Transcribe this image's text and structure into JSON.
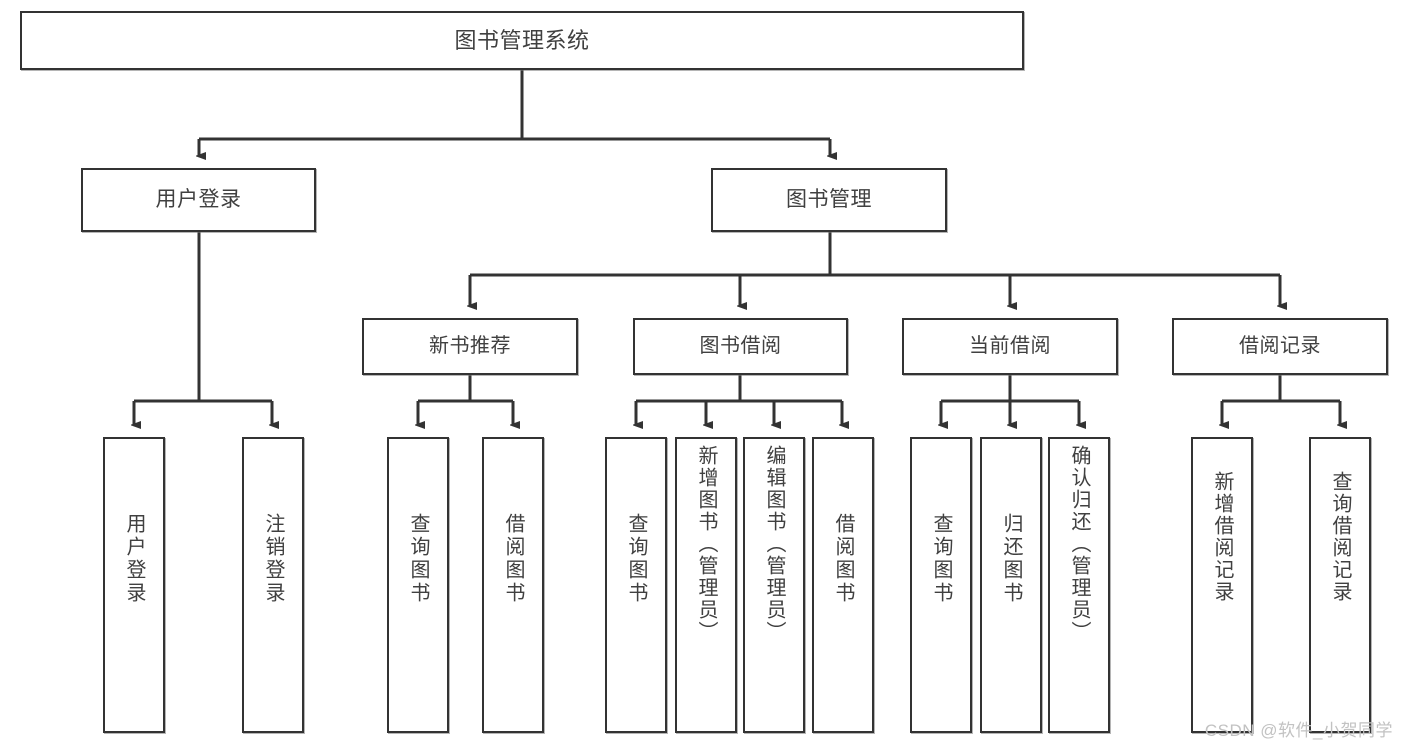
{
  "diagram": {
    "title": "图书管理系统",
    "type": "tree",
    "colors": {
      "box_border": "#333333",
      "box_fill": "#ffffff",
      "text": "#404040",
      "connector": "#333333",
      "watermark": "#c2c2c2"
    },
    "root": {
      "label": "图书管理系统"
    },
    "level2": [
      {
        "label": "用户登录"
      },
      {
        "label": "图书管理"
      }
    ],
    "level3": [
      {
        "label": "新书推荐"
      },
      {
        "label": "图书借阅"
      },
      {
        "label": "当前借阅"
      },
      {
        "label": "借阅记录"
      }
    ],
    "leaves": {
      "user_login": [
        {
          "label": "用户登录"
        },
        {
          "label": "注销登录"
        }
      ],
      "new_book_recommend": [
        {
          "label": "查询图书"
        },
        {
          "label": "借阅图书"
        }
      ],
      "book_borrow": [
        {
          "label": "查询图书"
        },
        {
          "label": "新增图书（管理员）"
        },
        {
          "label": "编辑图书（管理员）"
        },
        {
          "label": "借阅图书"
        }
      ],
      "current_borrow": [
        {
          "label": "查询图书"
        },
        {
          "label": "归还图书"
        },
        {
          "label": "确认归还（管理员）"
        }
      ],
      "borrow_records": [
        {
          "label": "新增借阅记录"
        },
        {
          "label": "查询借阅记录"
        }
      ]
    }
  },
  "watermark": {
    "text": "CSDN @软件_小贺同学"
  }
}
